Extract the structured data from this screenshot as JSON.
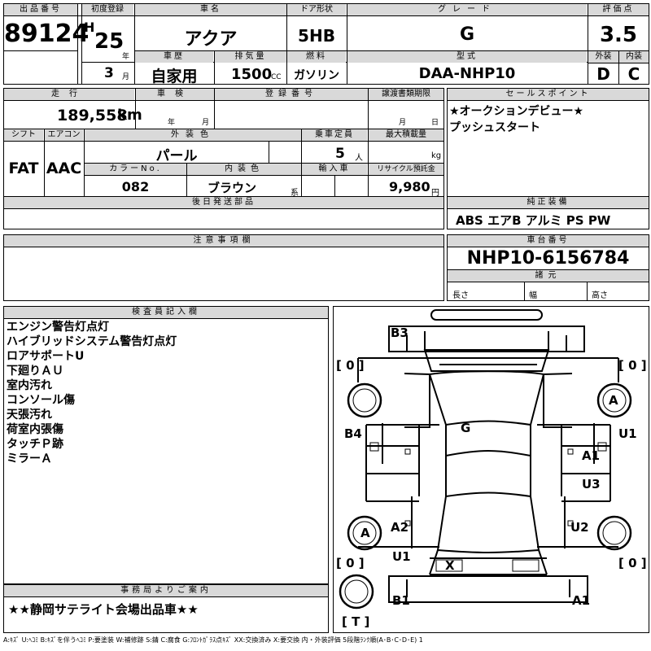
{
  "top": {
    "lot_no_label": "出品番号",
    "lot_no": "89124",
    "first_reg_label": "初度登録",
    "era": "H",
    "year": "25",
    "year_unit": "年",
    "month": "3",
    "month_unit": "月",
    "car_name_label": "車名",
    "car_name": "アクア",
    "door_label": "ドア形状",
    "door": "5HB",
    "grade_label": "グレード",
    "grade": "G",
    "score_label": "評価点",
    "score": "3.5",
    "history_label": "車歴",
    "history": "自家用",
    "displacement_label": "排気量",
    "displacement": "1500",
    "displacement_unit": "CC",
    "fuel_label": "燃料",
    "fuel": "ガソリン",
    "model_label": "型式",
    "model": "DAA-NHP10",
    "exterior_label": "外装",
    "interior_label": "内装",
    "exterior_score": "D",
    "interior_score": "C"
  },
  "row2": {
    "mileage_label": "走行",
    "mileage": "189,558",
    "mileage_unit": "km",
    "inspection_label": "車検",
    "insp_year_unit": "年",
    "insp_month_unit": "月",
    "reg_no_label": "登録番号",
    "transfer_label": "譲渡書類期限",
    "transfer_month_unit": "月",
    "transfer_day_unit": "日",
    "shift_label": "シフト",
    "ac_label": "エアコン",
    "shift": "FAT",
    "ac": "AAC",
    "ext_color_label": "外装色",
    "ext_color": "パール",
    "capacity_label": "乗車定員",
    "capacity": "5",
    "capacity_unit": "人",
    "max_load_label": "最大積載量",
    "max_load_unit": "kg",
    "color_no_label": "カラーNo.",
    "color_no": "082",
    "int_color_label": "内装色",
    "int_color": "ブラウン",
    "int_color_unit": "系",
    "import_label": "輸入車",
    "recycle_label": "リサイクル預託金",
    "recycle": "9,980",
    "recycle_unit": "円"
  },
  "sales_point": {
    "label": "セールスポイント",
    "lines": [
      "★オークションデビュー★",
      "プッシュスタート"
    ]
  },
  "later_parts_label": "後日発送部品",
  "equipment": {
    "label": "純正装備",
    "text": "ABS エアB アルミ PS PW"
  },
  "notes_label": "注意事項欄",
  "chassis": {
    "label": "車台番号",
    "number": "NHP10-6156784",
    "specs_label": "諸元",
    "length_label": "長さ",
    "width_label": "幅",
    "height_label": "高さ"
  },
  "inspector": {
    "label": "検査員記入欄",
    "lines": [
      "エンジン警告灯点灯",
      "ハイブリッドシステム警告灯点灯",
      "ロアサポートU",
      "下廻りＡＵ",
      "室内汚れ",
      "コンソール傷",
      "天張汚れ",
      "荷室内張傷",
      "タッチＰ跡",
      "ミラーＡ"
    ]
  },
  "office": {
    "label": "事務局よりご案内",
    "text": "★★静岡サテライト会場出品車★★"
  },
  "diagram": {
    "B3": "B3",
    "bracket_left_top": "[ 0 ]",
    "bracket_right_top": "[ 0 ]",
    "A_wheel_fr": "A",
    "G": "G",
    "B4": "B4",
    "U1_right": "U1",
    "A1_right": "A1",
    "U3": "U3",
    "A_wheel_rl": "A",
    "A2": "A2",
    "U2": "U2",
    "bracket_left_bottom": "[ 0 ]",
    "bracket_right_bottom": "[ 0 ]",
    "U1_left": "U1",
    "X": "X",
    "B1": "B1",
    "A1_bottom": "A1",
    "T": "[ T ]"
  },
  "legend": "A:ｷｽﾞ U:ﾍｺﾐ B:ｷｽﾞを伴うﾍｺﾐ P:要塗装 W:補修跡 S:錆 C:腐食 G:ﾌﾛﾝﾄｶﾞﾗｽ点ｷｽﾞ XX:交換済み X:要交換 内・外装評価 5段階ﾗﾝｸ順(A･B･C･D･E) 1"
}
